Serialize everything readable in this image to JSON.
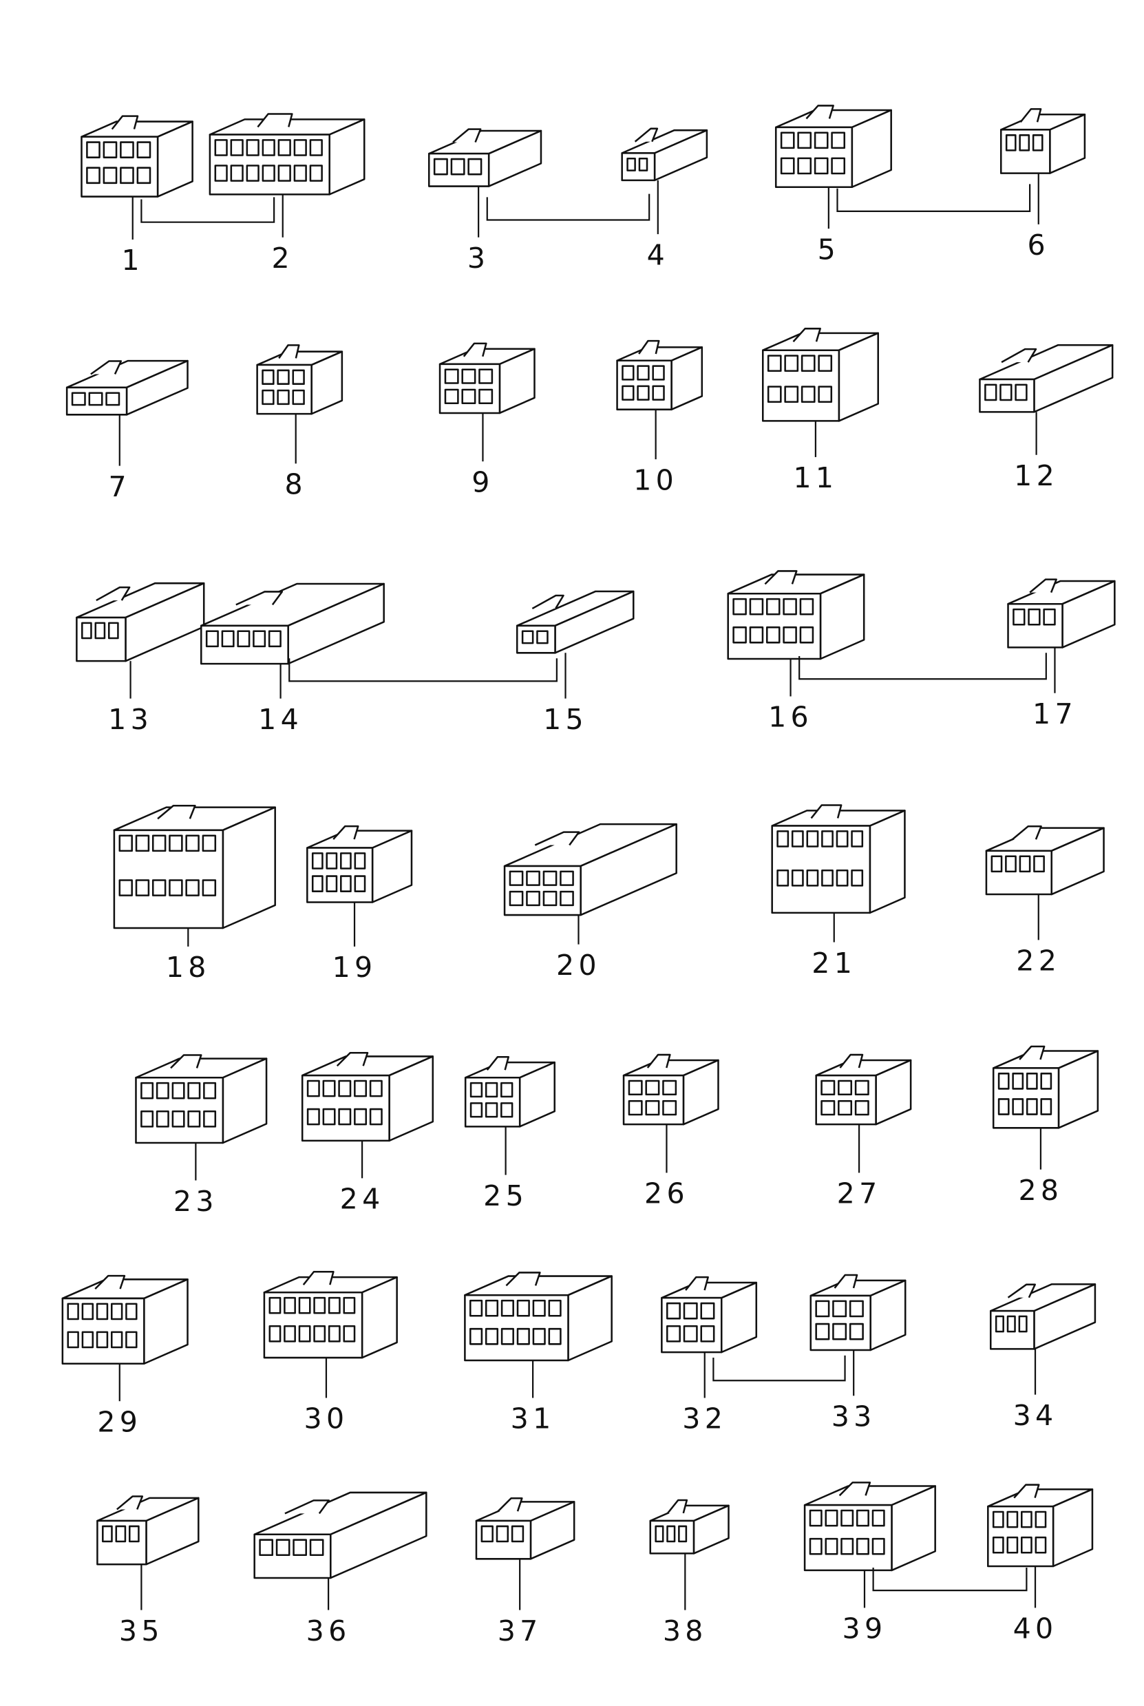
{
  "diagram": {
    "type": "connector parts catalog",
    "part_labels": [
      "1",
      "2",
      "3",
      "4",
      "5",
      "6",
      "7",
      "8",
      "9",
      "10",
      "11",
      "12",
      "13",
      "14",
      "15",
      "16",
      "17",
      "18",
      "19",
      "20",
      "21",
      "22",
      "23",
      "24",
      "25",
      "26",
      "27",
      "28",
      "29",
      "30",
      "31",
      "32",
      "33",
      "34",
      "35",
      "36",
      "37",
      "38",
      "39",
      "40"
    ],
    "linked_pairs": [
      [
        "1",
        "2"
      ],
      [
        "3",
        "4"
      ],
      [
        "5",
        "6"
      ],
      [
        "14",
        "15"
      ],
      [
        "16",
        "17"
      ],
      [
        "32",
        "33"
      ],
      [
        "39",
        "40"
      ]
    ]
  }
}
